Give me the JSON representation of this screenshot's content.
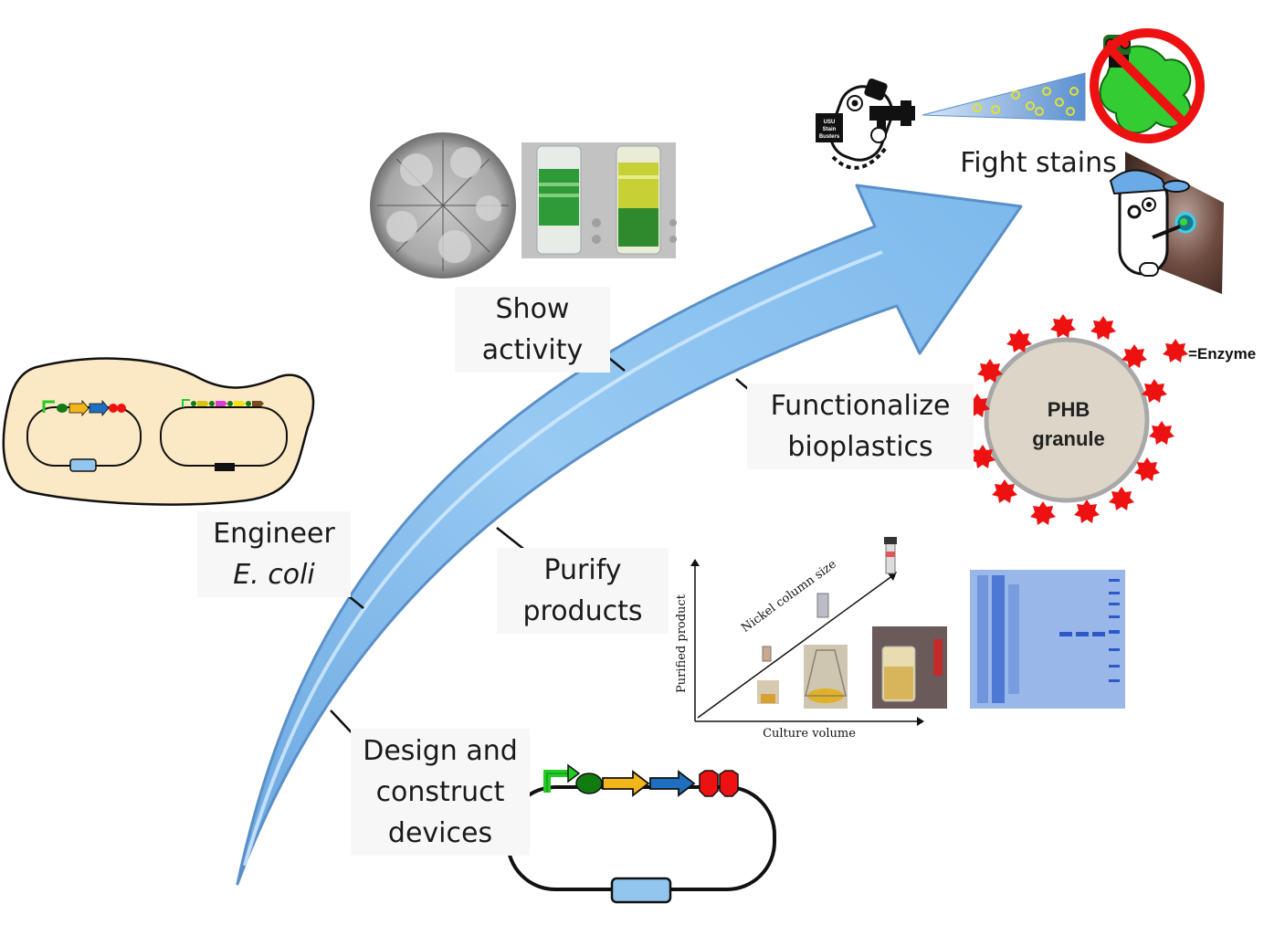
{
  "steps": {
    "design": [
      "Design and",
      "construct",
      "devices"
    ],
    "engineer": [
      "Engineer",
      "E. coli"
    ],
    "purify": [
      "Purify",
      "products"
    ],
    "show": [
      "Show",
      "activity"
    ],
    "functionalize": [
      "Functionalize",
      "bioplastics"
    ],
    "fight": "Fight stains"
  },
  "phb": {
    "line1": "PHB",
    "line2": "granule"
  },
  "enzyme_legend": "=Enzyme",
  "scaleup_chart": {
    "xlabel": "Culture volume",
    "ylabel": "Purified product",
    "trend_label": "Nickel column size"
  },
  "mascot_badge": [
    "USU",
    "Stain",
    "Busters"
  ],
  "colors": {
    "arrow_fill": "#8ec3ef",
    "arrow_edge": "#5a9bd5",
    "cell_fill": "#fbe8c4",
    "enzyme_red": "#ee1111",
    "phb_fill": "#dcd5c8",
    "gel_blue": "#9ab7ea",
    "promoter_green": "#22cc22",
    "rbs_green": "#117a11",
    "gene_yellow": "#f2b51a",
    "gene_blue": "#1f6fc1",
    "terminator_red": "#ee1111",
    "marker_blue": "#93c6ee",
    "slime_green": "#33cc33"
  },
  "icons": [
    "big-arrow-icon",
    "cell-icon",
    "plasmid-icon",
    "petri-dish-icon",
    "test-tubes-icon",
    "mascot-sprayer-icon",
    "no-stain-icon",
    "mascot-scrubbing-icon",
    "enzyme-star-icon",
    "scaleup-chart-icon",
    "sds-gel-icon"
  ]
}
